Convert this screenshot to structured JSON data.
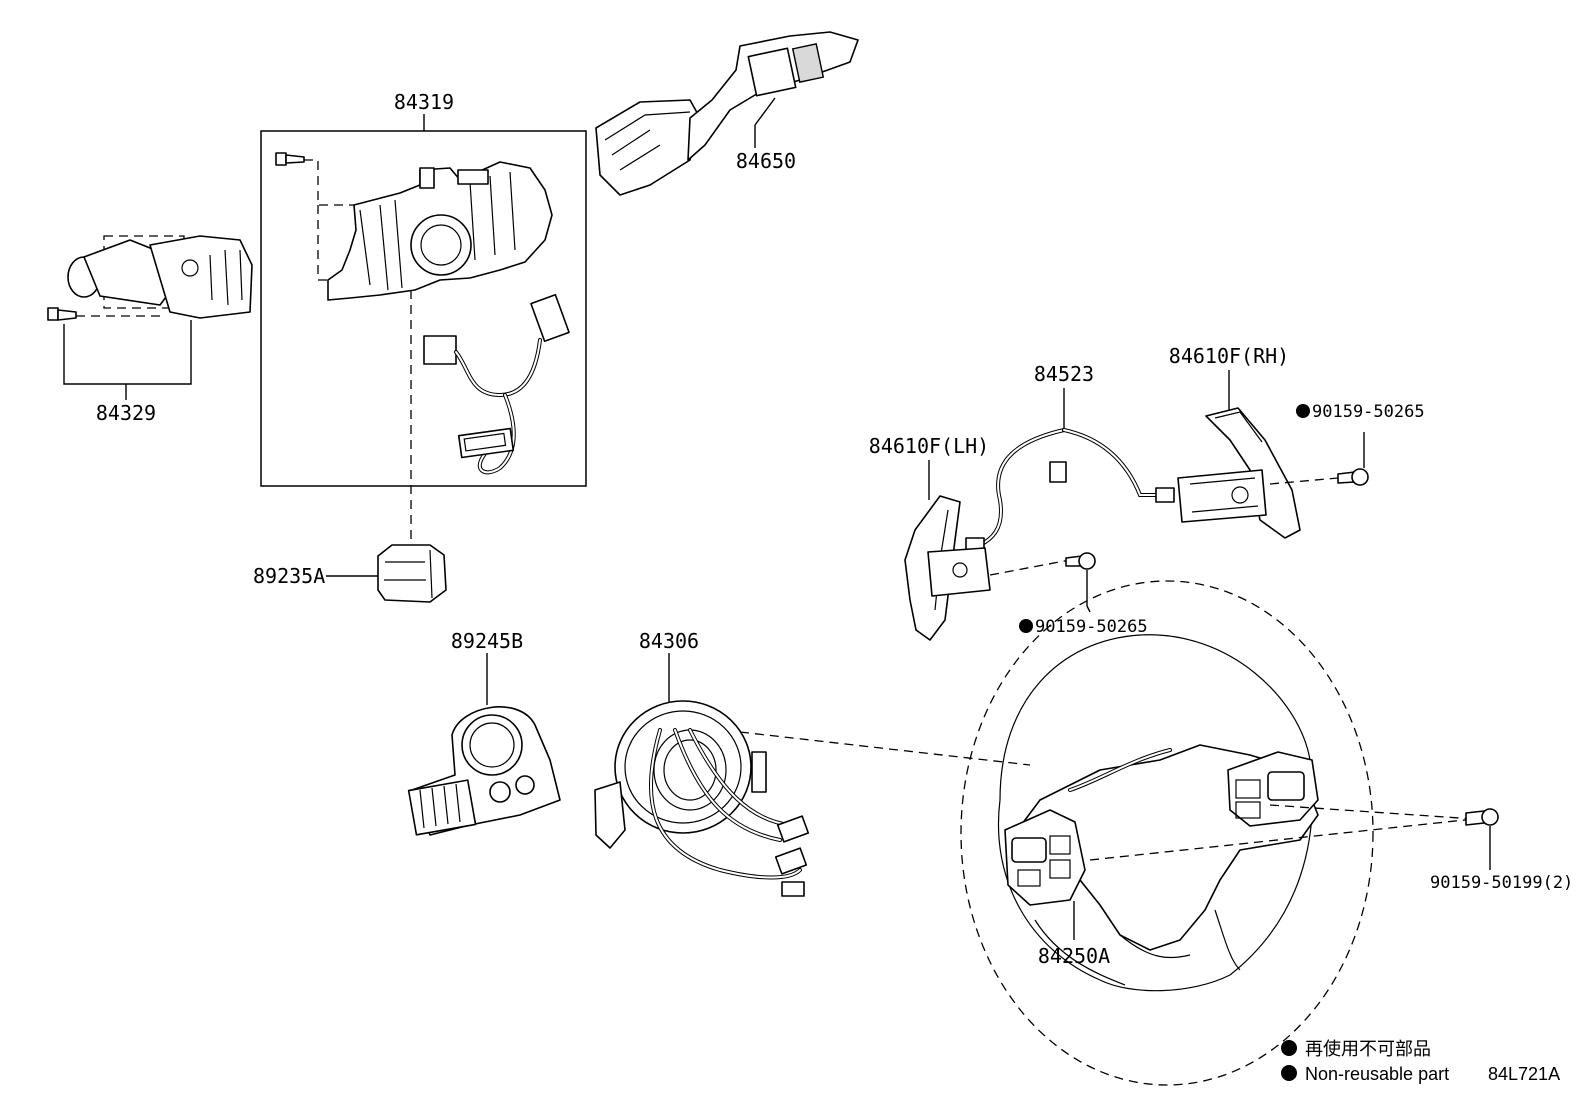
{
  "parts": {
    "p84319": "84319",
    "p84650": "84650",
    "p84329": "84329",
    "p89235A": "89235A",
    "p89245B": "89245B",
    "p84306": "84306",
    "p84523": "84523",
    "p84610F_RH": "84610F(RH)",
    "p84610F_LH": "84610F(LH)",
    "p90159_50265_rh": "90159-50265",
    "p90159_50265_lh": "90159-50265",
    "p90159_50199": "90159-50199(2)",
    "p84250A": "84250A"
  },
  "legend": {
    "jp": "再使用不可部品",
    "en": "Non-reusable part",
    "code": "84L721A"
  }
}
